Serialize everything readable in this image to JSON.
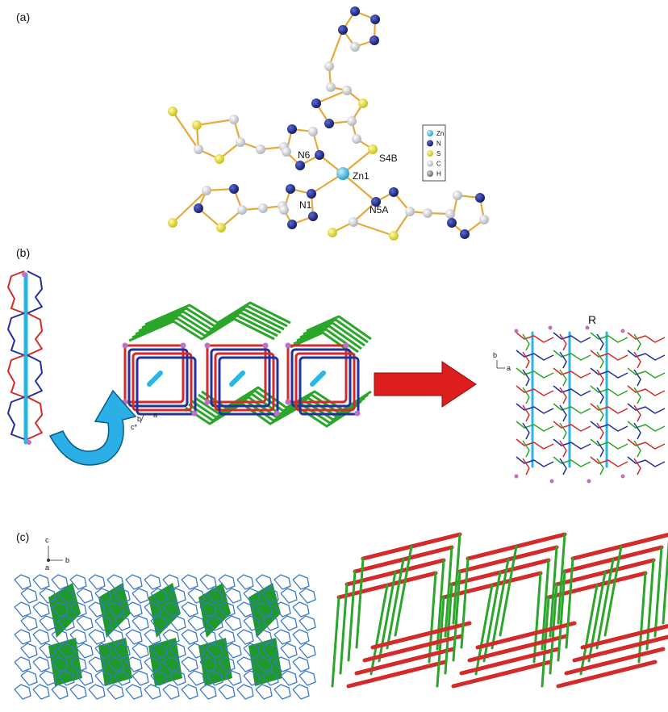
{
  "panels": {
    "a": {
      "label": "(a)"
    },
    "b": {
      "label": "(b)"
    },
    "c": {
      "label": "(c)"
    }
  },
  "atom_labels": {
    "zn1": "Zn1",
    "n6": "N6",
    "s4b": "S4B",
    "n1": "N1",
    "n5a": "N5A"
  },
  "legend": [
    {
      "symbol": "Zn",
      "color": "#29b6e6"
    },
    {
      "symbol": "N",
      "color": "#1c2a8c"
    },
    {
      "symbol": "S",
      "color": "#e8e02a"
    },
    {
      "symbol": "C",
      "color": "#d8dde3"
    },
    {
      "symbol": "H",
      "color": "#8f969c"
    }
  ],
  "axes": {
    "b_left": {
      "a": "a",
      "b": "b",
      "c": "c*"
    },
    "b_right": {
      "a": "a",
      "b": "b"
    },
    "c_top": {
      "a": "a",
      "b": "b",
      "c": "c"
    }
  },
  "annotations": {
    "r_label": "R"
  },
  "colors": {
    "bond": "#e8a83a",
    "frame_red": "#d42a2a",
    "frame_blue": "#23309a",
    "frame_green": "#2aa62a",
    "zn_axis": "#29b6e6",
    "arrow_red": "#dd1e1e",
    "arrow_blue": "#2ab0e6",
    "net_blue": "#3a78c8",
    "net_green": "#1e9a2a"
  }
}
